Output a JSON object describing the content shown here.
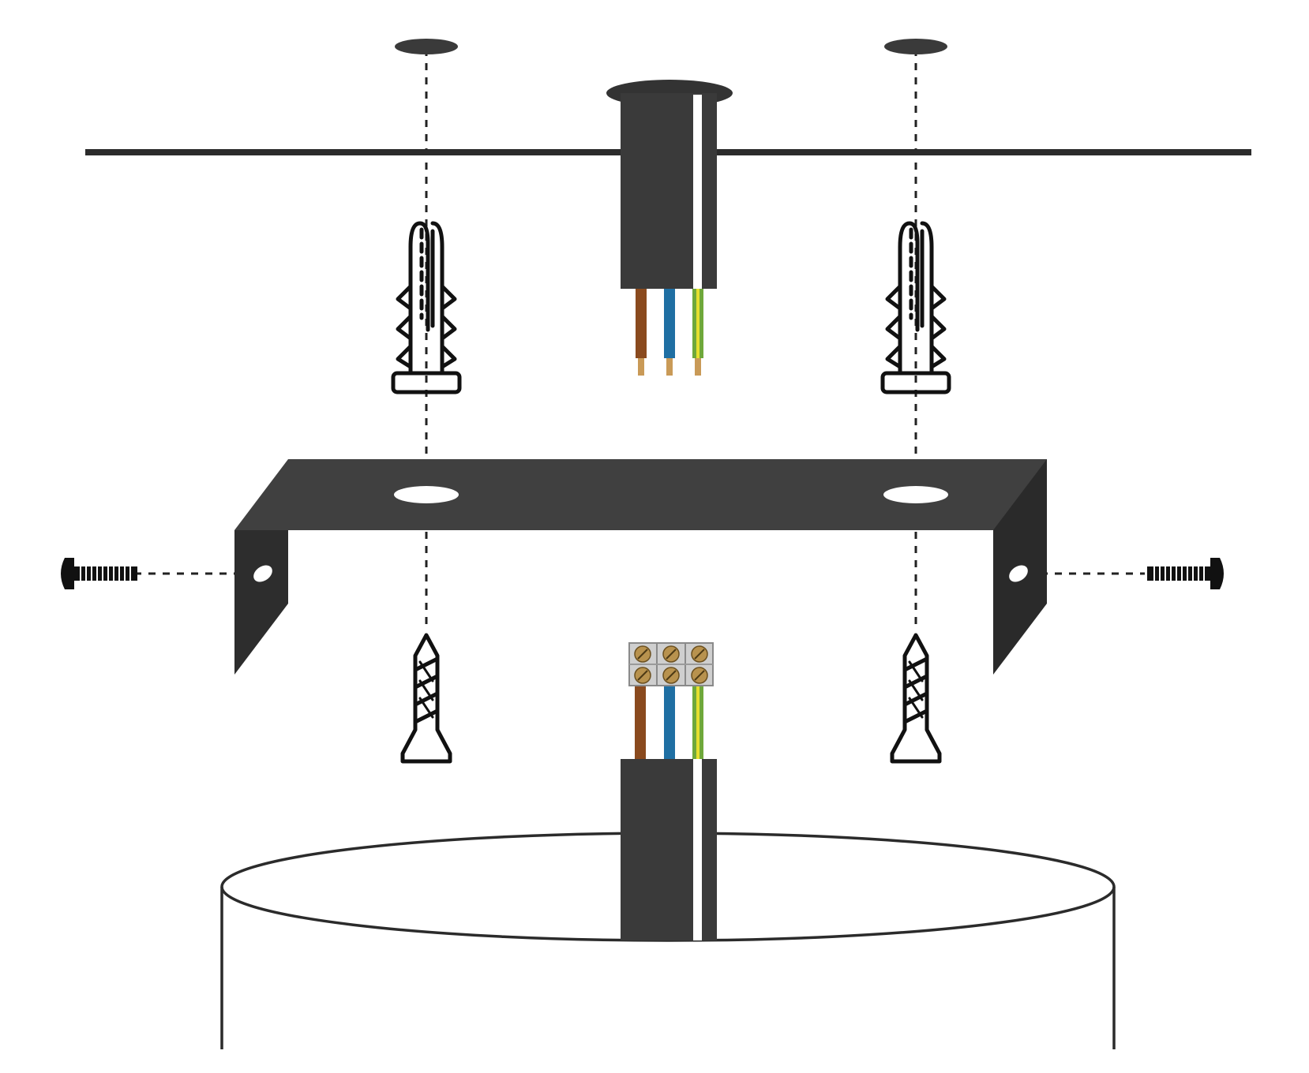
{
  "colors": {
    "background": "#ffffff",
    "ink": "#2b2b2b",
    "bracket": "#3f3f3f",
    "bracket_side": "#2a2a2a",
    "wire_live": "#8a4a1e",
    "wire_neutral": "#1f6fa3",
    "wire_earth_green": "#6fa83a",
    "wire_earth_yellow": "#e6df2e",
    "copper": "#c99a57",
    "terminal_body": "#cfcfcf",
    "terminal_screw": "#b8924e"
  },
  "parts": [
    {
      "id": "ceiling-line",
      "icon": "ceiling-surface"
    },
    {
      "id": "ceiling-hole-left",
      "icon": "drill-hole-icon"
    },
    {
      "id": "ceiling-hole-right",
      "icon": "drill-hole-icon"
    },
    {
      "id": "mains-cable",
      "icon": "cable-icon"
    },
    {
      "id": "wall-plug-left",
      "icon": "wall-plug-icon"
    },
    {
      "id": "wall-plug-right",
      "icon": "wall-plug-icon"
    },
    {
      "id": "mounting-bracket",
      "icon": "bracket-icon"
    },
    {
      "id": "side-screw-left",
      "icon": "machine-screw-icon"
    },
    {
      "id": "side-screw-right",
      "icon": "machine-screw-icon"
    },
    {
      "id": "wood-screw-left",
      "icon": "wood-screw-icon"
    },
    {
      "id": "wood-screw-right",
      "icon": "wood-screw-icon"
    },
    {
      "id": "terminal-block",
      "icon": "terminal-block-icon"
    },
    {
      "id": "lamp-cable",
      "icon": "cable-icon"
    },
    {
      "id": "lamp-body",
      "icon": "lamp-cylinder-icon"
    }
  ]
}
